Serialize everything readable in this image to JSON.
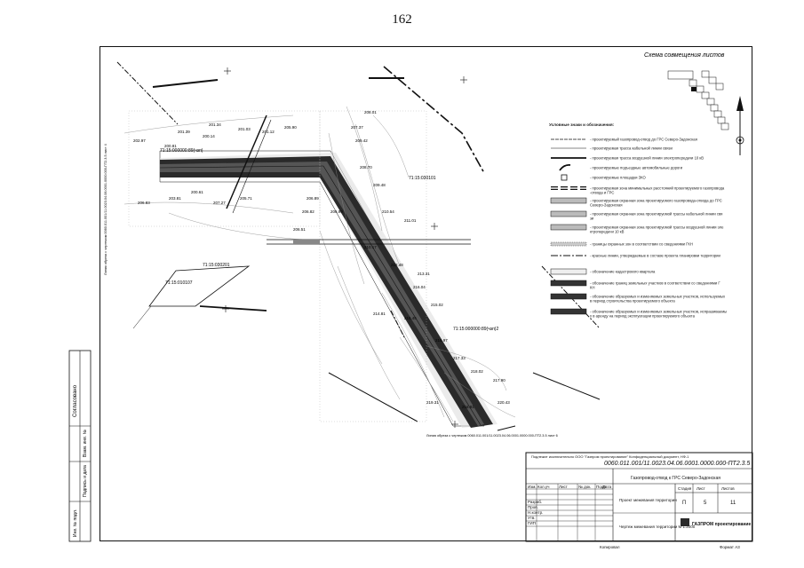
{
  "page": {
    "number": "162"
  },
  "sheet_scheme": {
    "title": "Схема совмещения листов"
  },
  "map": {
    "parcel_labels": [
      "71:15:000000:89(чзп)",
      "71:15:030101",
      "71:15:030201",
      "71:15:010107",
      "71:15:000000:89(чзп)2"
    ],
    "elevations": [
      "201.39",
      "201.34",
      "201.03",
      "200.14",
      "200.81",
      "202.97",
      "201.12",
      "205.90",
      "200.61",
      "203.81",
      "206.83",
      "207.27",
      "205.71",
      "206.89",
      "206.82",
      "206.99",
      "206.51",
      "207.37",
      "208.01",
      "209.42",
      "208.70",
      "209.48",
      "210.54",
      "211.01",
      "210.17",
      "212.48",
      "213.31",
      "216.04",
      "214.81",
      "216.45",
      "215.02",
      "216.97",
      "217.33",
      "218.02",
      "217.90",
      "216.81",
      "219.31",
      "220.43"
    ],
    "bottom_note": "Линия обреза с чертежом 0060.011.001/11.0023.04.06.0001.0000.000-ПТ2.3.5 лист 6",
    "left_note": "Линия обреза с чертежом 0060.011.001/11.0023.04.06.0001.0000.000-ПТ2.3.5 лист 4"
  },
  "legend": {
    "heading": "Условные знаки и обозначения:",
    "items": [
      "- проектируемый газопровод-отвод до ГРС Северо-Задонская",
      "- проектируемая трасса кабельной линии связи",
      "- проектируемая трасса воздушной линии электропередачи 10 кВ",
      "- проектируемые подъездные автомобильные дороги",
      "- проектируемые площадки ЗКО",
      "- проектируемая зона минимальных расстояний проектируемого газопровода-отвода и ГРС",
      "- проектируемая охранная зона проектируемого газопровода-отвода до ГРС Северо-Задонская",
      "- проектируемая охранная зона проектируемой трассы кабельной линии связи",
      "- проектируемая охранная зона проектируемой трассы воздушной линии электропередачи 10 кВ",
      "- границы охранных зон в соответствии со сведениями ГКН",
      "- красные линии, утверждаемые в составе проекта планировки территории",
      "- обозначение кадастрового квартала",
      "- обозначение границ земельных участков в соответствии со сведениями ГКН",
      "- обозначение образуемых и изменяемых земельных участков, используемых в период строительства проектируемого объекта",
      "- обозначение образуемых и изменяемых земельных участков, испрашиваемых в аренду на период эксплуатации проектируемого объекта"
    ]
  },
  "side_stamp": {
    "labels": [
      "Согласовано",
      "Инв. № подл.",
      "Подпись и дата",
      "Взам. инв. №"
    ]
  },
  "title_block": {
    "copyright": "Подлежит исключительно ООО \"Газпром проектирование\" Конфиденциальный документ, НФ-1",
    "code": "0060.011.001/11.0023.04.06.0001.0000.000-ПТ2.3.5",
    "object_name": "Газопровод-отвод к ГРС Северо-Задонская",
    "section_title": "Проект межевания территории",
    "drawing_title": "Чертеж межевания территории М 1:2000",
    "stage_header": "Стадия",
    "sheet_header": "Лист",
    "sheets_header": "Листов",
    "stage": "П",
    "sheet": "5",
    "sheets": "11",
    "roles": [
      "Разраб.",
      "Пров.",
      "Н.контр.",
      "Утв.",
      "ГИП"
    ],
    "col_headers": [
      "Изм.",
      "Кол.уч",
      "Лист",
      "№ док.",
      "Подп.",
      "Дата"
    ],
    "company": "ГАЗПРОМ проектирование",
    "copied": "Копировал",
    "format": "Формат А3"
  }
}
